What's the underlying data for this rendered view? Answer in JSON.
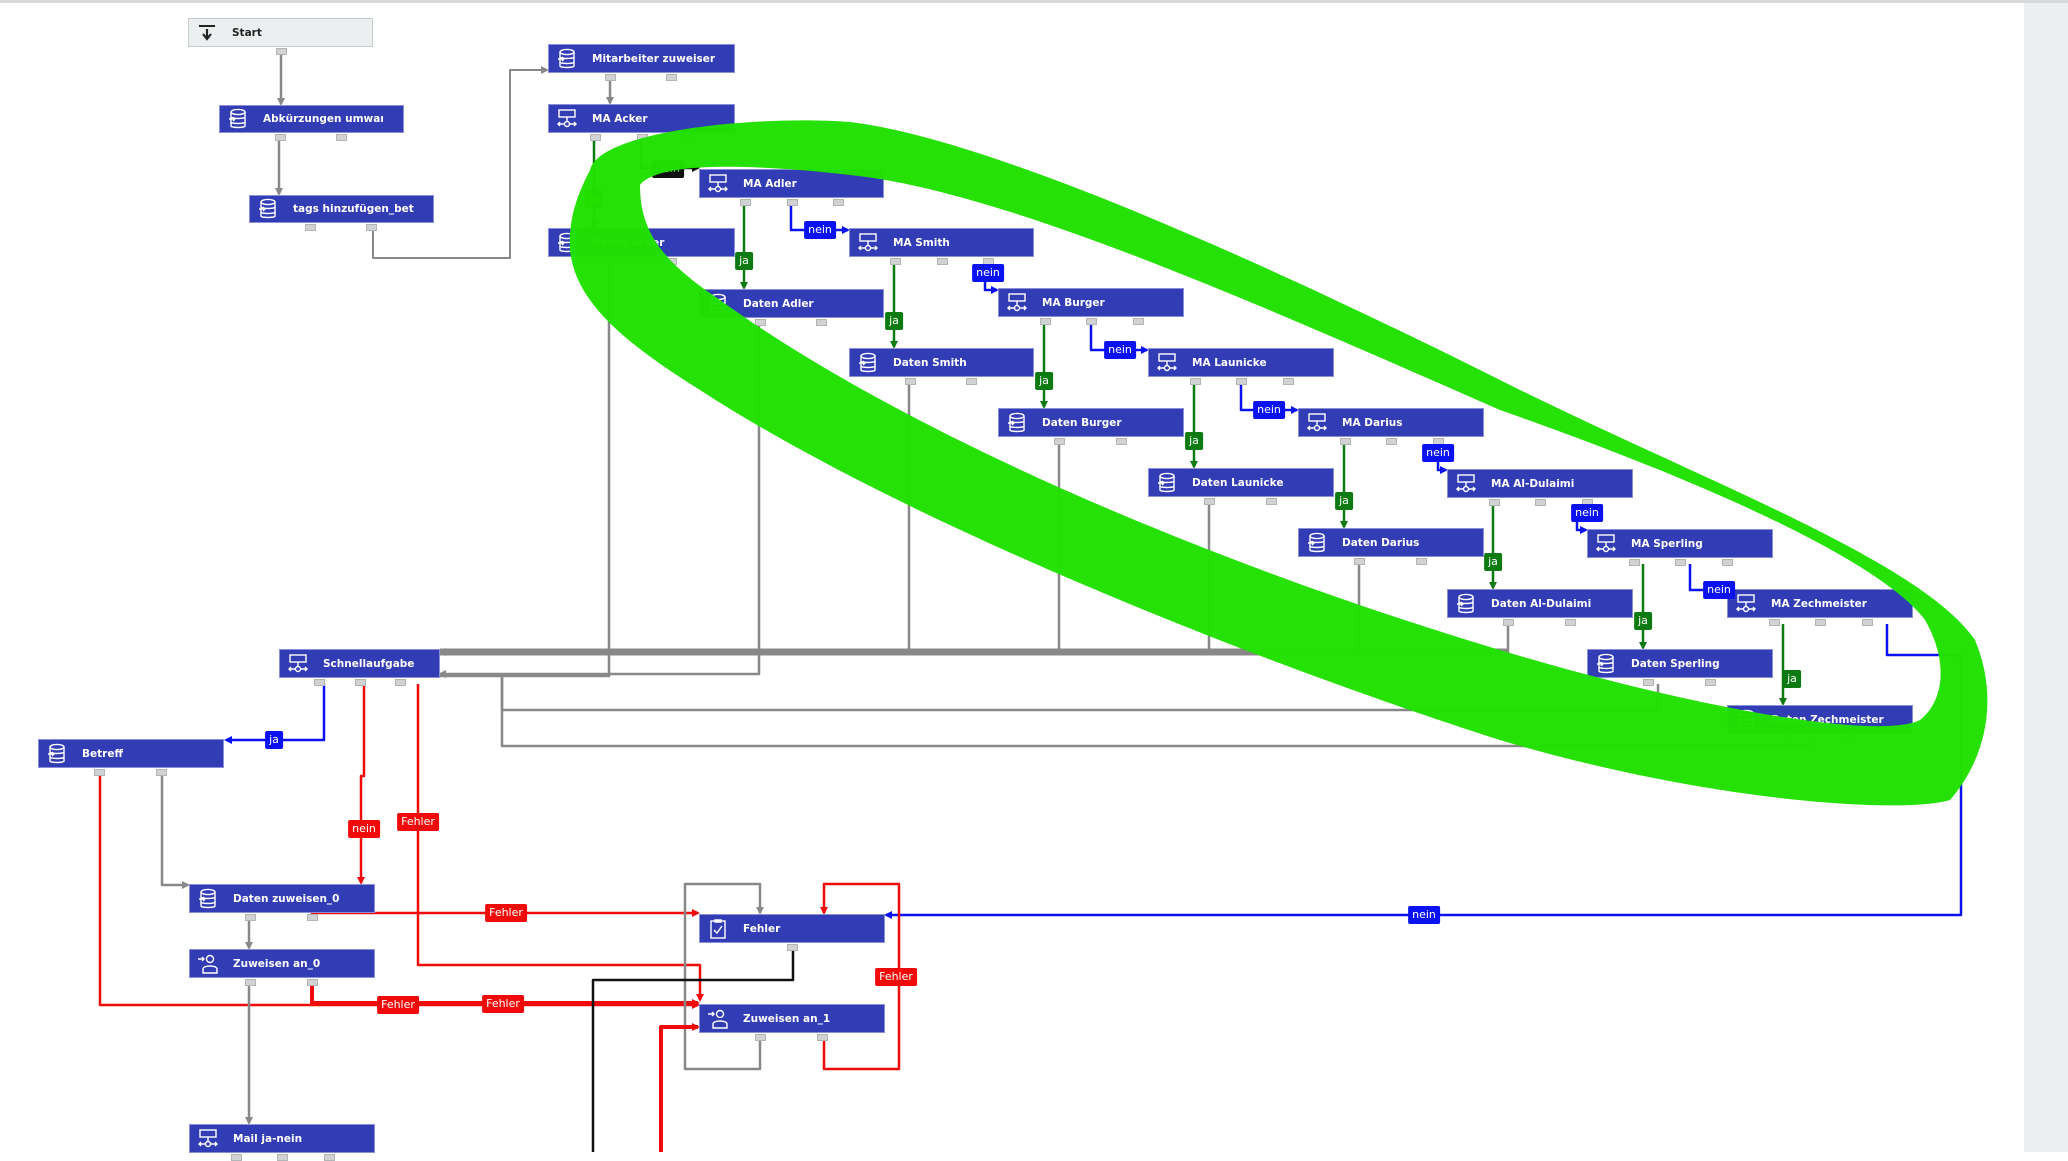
{
  "colors": {
    "node_fill": "#323cb4",
    "start_fill": "#eceff0",
    "edge_gray": "#888888",
    "edge_green": "#0d7a12",
    "edge_blue": "#0a12f0",
    "edge_red": "#f00a0a",
    "edge_black": "#111111",
    "highlight": "#22e000"
  },
  "nodes": [
    {
      "id": "start",
      "label": "Start",
      "icon": "start-arrow-icon"
    },
    {
      "id": "abk",
      "label": "Abkürzungen umwaı",
      "icon": "database-icon"
    },
    {
      "id": "tags",
      "label": "tags hinzufügen_bet",
      "icon": "database-icon"
    },
    {
      "id": "mitarbeiter",
      "label": "Mitarbeiter zuweiser",
      "icon": "database-icon"
    },
    {
      "id": "ma_acker",
      "label": "MA Acker",
      "icon": "decision-icon"
    },
    {
      "id": "daten_acker",
      "label": "Daten Acker",
      "icon": "database-icon"
    },
    {
      "id": "ma_adler",
      "label": "MA Adler",
      "icon": "decision-icon"
    },
    {
      "id": "daten_adler",
      "label": "Daten Adler",
      "icon": "database-icon"
    },
    {
      "id": "ma_smith",
      "label": "MA Smith",
      "icon": "decision-icon"
    },
    {
      "id": "daten_smith",
      "label": "Daten Smith",
      "icon": "database-icon"
    },
    {
      "id": "ma_burger",
      "label": "MA Burger",
      "icon": "decision-icon"
    },
    {
      "id": "daten_burger",
      "label": "Daten Burger",
      "icon": "database-icon"
    },
    {
      "id": "ma_launicke",
      "label": "MA Launicke",
      "icon": "decision-icon"
    },
    {
      "id": "daten_launicke",
      "label": "Daten Launicke",
      "icon": "database-icon"
    },
    {
      "id": "ma_darius",
      "label": "MA Darius",
      "icon": "decision-icon"
    },
    {
      "id": "daten_darius",
      "label": "Daten Darius",
      "icon": "database-icon"
    },
    {
      "id": "ma_aldulaimi",
      "label": "MA Al-Dulaimi",
      "icon": "decision-icon"
    },
    {
      "id": "daten_aldulaimi",
      "label": "Daten Al-Dulaimi",
      "icon": "database-icon"
    },
    {
      "id": "ma_sperling",
      "label": "MA Sperling",
      "icon": "decision-icon"
    },
    {
      "id": "daten_sperling",
      "label": "Daten Sperling",
      "icon": "database-icon"
    },
    {
      "id": "ma_zechmeister",
      "label": "MA Zechmeister",
      "icon": "decision-icon"
    },
    {
      "id": "daten_zechmeister",
      "label": "Daten Zechmeister",
      "icon": "database-icon"
    },
    {
      "id": "schnellaufgabe",
      "label": "Schnellaufgabe",
      "icon": "decision-icon"
    },
    {
      "id": "betreff",
      "label": "Betreff",
      "icon": "database-icon"
    },
    {
      "id": "daten_zuweisen_0",
      "label": "Daten zuweisen_0",
      "icon": "database-icon"
    },
    {
      "id": "zuweisen_an_0",
      "label": "Zuweisen an_0",
      "icon": "assign-user-icon"
    },
    {
      "id": "mail_ja_nein",
      "label": "Mail ja-nein",
      "icon": "decision-icon"
    },
    {
      "id": "fehler",
      "label": "Fehler",
      "icon": "task-check-icon"
    },
    {
      "id": "zuweisen_an_1",
      "label": "Zuweisen an_1",
      "icon": "assign-user-icon"
    }
  ],
  "edge_labels": {
    "ja": "ja",
    "nein": "nein",
    "fehler": "Fehler"
  }
}
